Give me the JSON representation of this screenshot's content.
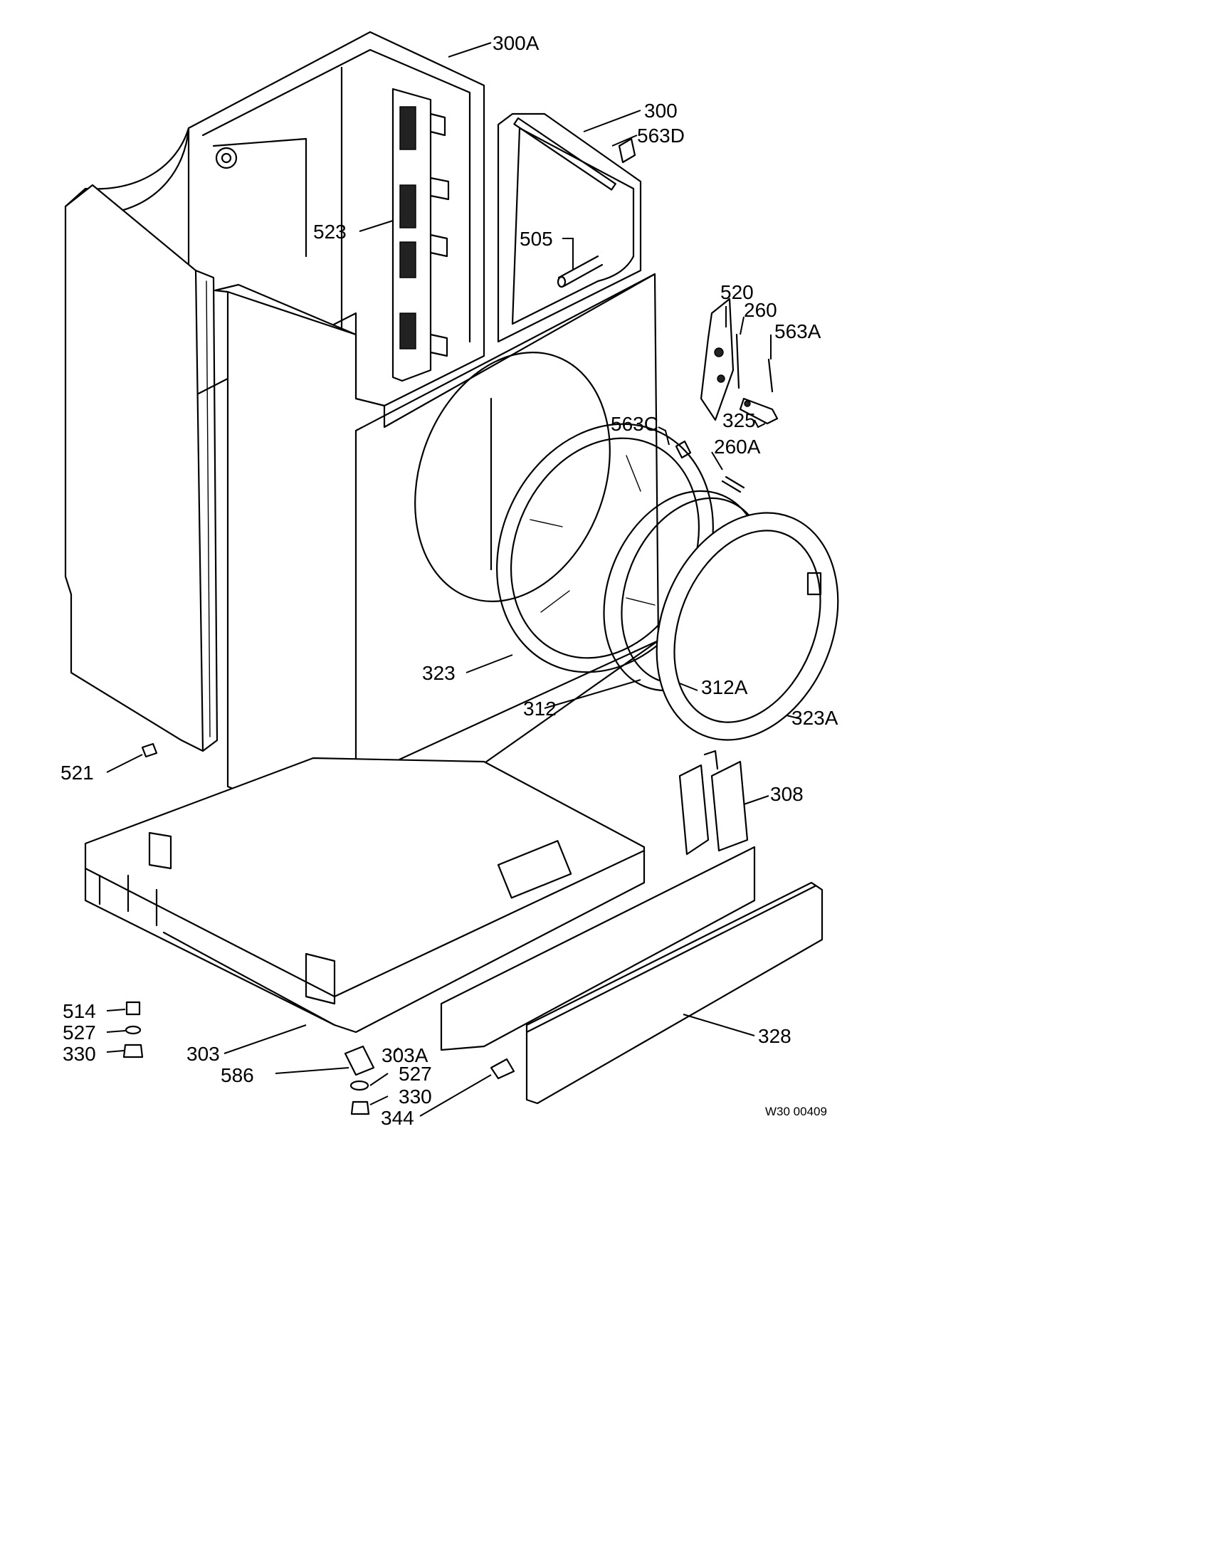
{
  "diagram": {
    "drawing_code": "W30 00409",
    "part_labels": [
      {
        "id": "300A",
        "text": "300A"
      },
      {
        "id": "300",
        "text": "300"
      },
      {
        "id": "563D",
        "text": "563D"
      },
      {
        "id": "523",
        "text": "523"
      },
      {
        "id": "505",
        "text": "505"
      },
      {
        "id": "520",
        "text": "520"
      },
      {
        "id": "260",
        "text": "260"
      },
      {
        "id": "563A",
        "text": "563A"
      },
      {
        "id": "325",
        "text": "325"
      },
      {
        "id": "563C",
        "text": "563C"
      },
      {
        "id": "260A",
        "text": "260A"
      },
      {
        "id": "323",
        "text": "323"
      },
      {
        "id": "312A",
        "text": "312A"
      },
      {
        "id": "312",
        "text": "312"
      },
      {
        "id": "323A",
        "text": "323A"
      },
      {
        "id": "521",
        "text": "521"
      },
      {
        "id": "308",
        "text": "308"
      },
      {
        "id": "514",
        "text": "514"
      },
      {
        "id": "527-left",
        "text": "527"
      },
      {
        "id": "330-left",
        "text": "330"
      },
      {
        "id": "303",
        "text": "303"
      },
      {
        "id": "303A",
        "text": "303A"
      },
      {
        "id": "586",
        "text": "586"
      },
      {
        "id": "527-right",
        "text": "527"
      },
      {
        "id": "330-right",
        "text": "330"
      },
      {
        "id": "344",
        "text": "344"
      },
      {
        "id": "328",
        "text": "328"
      }
    ]
  }
}
